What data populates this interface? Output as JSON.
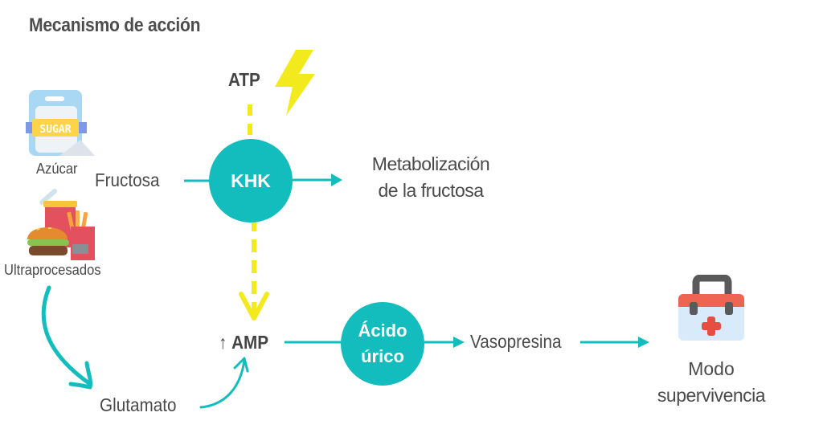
{
  "title": "Mecanismo de acción",
  "colors": {
    "accent": "#14bdbd",
    "energy": "#f2ea1c",
    "text": "#4a4a4a"
  },
  "nodes": {
    "atp": "ATP",
    "azucar": "Azúcar",
    "sugar_bag_text": "SUGAR",
    "ultraprocesados": "Ultraprocesados",
    "fructosa": "Fructosa",
    "khk": "KHK",
    "metabolizacion_line1": "Metabolización",
    "metabolizacion_line2": "de la fructosa",
    "amp_arrow": "↑",
    "amp": "AMP",
    "acido_line1": "Ácido",
    "acido_line2": "úrico",
    "vasopresina": "Vasopresina",
    "glutamato": "Glutamato",
    "modo_line1": "Modo",
    "modo_line2": "supervivencia"
  },
  "icons": {
    "energy": "lightning-bolt-icon",
    "sugar": "sugar-bag-icon",
    "fast_food": "fast-food-icon",
    "first_aid": "first-aid-kit-icon"
  }
}
